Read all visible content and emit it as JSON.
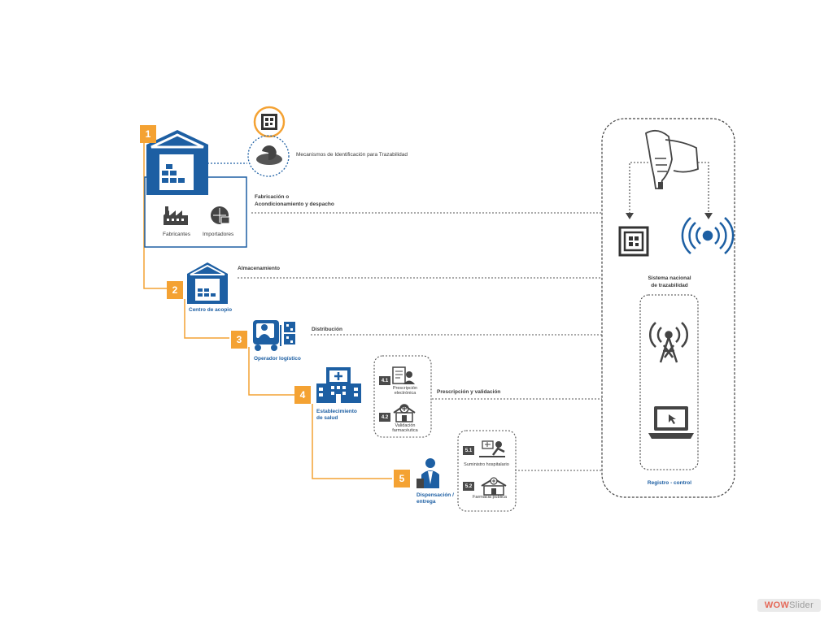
{
  "steps": [
    {
      "number": "1",
      "heading": "Fabricación o",
      "heading2": "Acondicionamiento y despacho",
      "sub1": "Fabricantes",
      "sub2": "Importadores"
    },
    {
      "number": "2",
      "label": "Centro de acopio",
      "flow": "Almacenamiento"
    },
    {
      "number": "3",
      "label": "Operador logístico",
      "flow": "Distribución"
    },
    {
      "number": "4",
      "label1": "Establecimiento",
      "label2": "de salud",
      "flow": "Prescripción y validación",
      "subs": [
        {
          "number": "4.1",
          "line1": "Prescripción",
          "line2": "electrónica"
        },
        {
          "number": "4.2",
          "line1": "Validación",
          "line2": "farmacéutica"
        }
      ]
    },
    {
      "number": "5",
      "label1": "Dispensación /",
      "label2": "entrega",
      "subs": [
        {
          "number": "5.1",
          "line1": "Suministro hospitalario"
        },
        {
          "number": "5.2",
          "line1": "Farmacia pública"
        }
      ]
    }
  ],
  "identification": "Mecanismos de Identificación para Trazabilidad",
  "system": {
    "line1": "Sistema nacional",
    "line2": "de trazabilidad",
    "footer": "Registro - control"
  },
  "watermark": {
    "part1": "WOW",
    "part2": "Slider"
  },
  "colors": {
    "accent": "#f4a233",
    "primary": "#1d5fa3",
    "dark": "#4a4a4a"
  }
}
